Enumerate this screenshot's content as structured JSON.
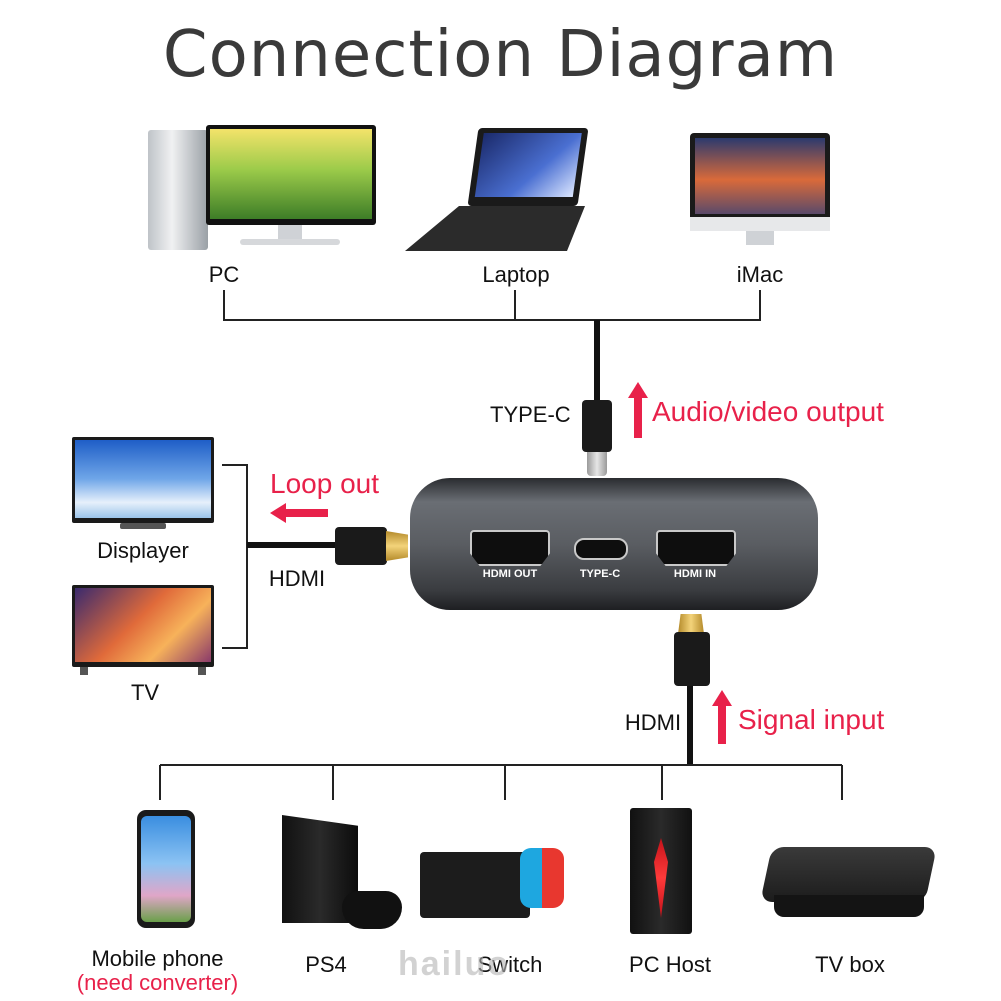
{
  "title": "Connection Diagram",
  "top_devices": [
    {
      "label": "PC"
    },
    {
      "label": "Laptop"
    },
    {
      "label": "iMac"
    }
  ],
  "cable_top_label": "TYPE-C",
  "arrow_output_label": "Audio/video output",
  "left_devices": [
    {
      "label": "Displayer"
    },
    {
      "label": "TV"
    }
  ],
  "loop_out_label": "Loop out",
  "cable_left_label": "HDMI",
  "hub": {
    "ports": [
      {
        "label": "HDMI OUT"
      },
      {
        "label": "TYPE-C"
      },
      {
        "label": "HDMI IN"
      }
    ]
  },
  "cable_bottom_label": "HDMI",
  "arrow_input_label": "Signal input",
  "bottom_devices": [
    {
      "label": "Mobile phone",
      "note": "(need converter)"
    },
    {
      "label": "PS4"
    },
    {
      "label": "Switch"
    },
    {
      "label": "PC Host"
    },
    {
      "label": "TV box"
    }
  ],
  "watermark": "hailuo",
  "colors": {
    "accent_red": "#e8214a",
    "title_gray": "#3a3a3a",
    "hub_gray": "#5a5d62"
  }
}
